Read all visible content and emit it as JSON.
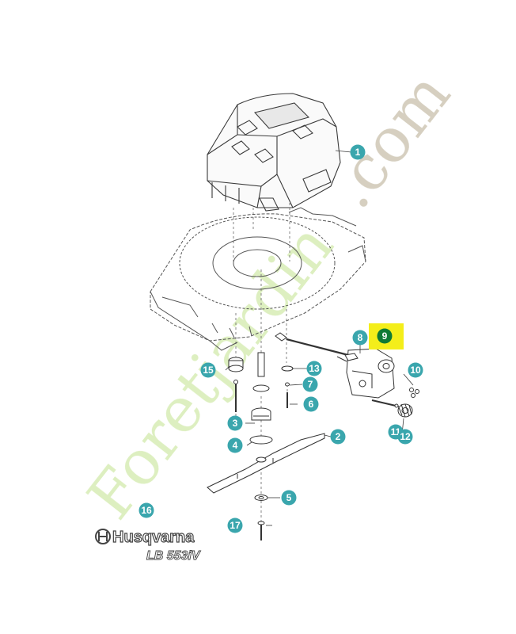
{
  "brand": {
    "logo_text": "Husqvarna",
    "model_text": "LB 553iV"
  },
  "watermark": {
    "text_green": "Foretjardin",
    "text_grey": ".com"
  },
  "callouts": [
    {
      "id": "c1",
      "label": "1"
    },
    {
      "id": "c2",
      "label": "2"
    },
    {
      "id": "c3",
      "label": "3"
    },
    {
      "id": "c4",
      "label": "4"
    },
    {
      "id": "c5",
      "label": "5"
    },
    {
      "id": "c6",
      "label": "6"
    },
    {
      "id": "c7",
      "label": "7"
    },
    {
      "id": "c8",
      "label": "8"
    },
    {
      "id": "c9",
      "label": "9",
      "highlighted": true
    },
    {
      "id": "c10",
      "label": "10"
    },
    {
      "id": "c11",
      "label": "11"
    },
    {
      "id": "c12",
      "label": "12"
    },
    {
      "id": "c13",
      "label": "13"
    },
    {
      "id": "c15",
      "label": "15"
    },
    {
      "id": "c16",
      "label": "16"
    },
    {
      "id": "c17",
      "label": "17"
    }
  ],
  "colors": {
    "callout": "#3aa6ad",
    "highlight_box": "#f4ee1a",
    "highlight_circle": "#0f7a35",
    "line": "#3a3a3a",
    "watermark_green": "#d7ecb5",
    "watermark_grey": "#cfc7b5"
  }
}
